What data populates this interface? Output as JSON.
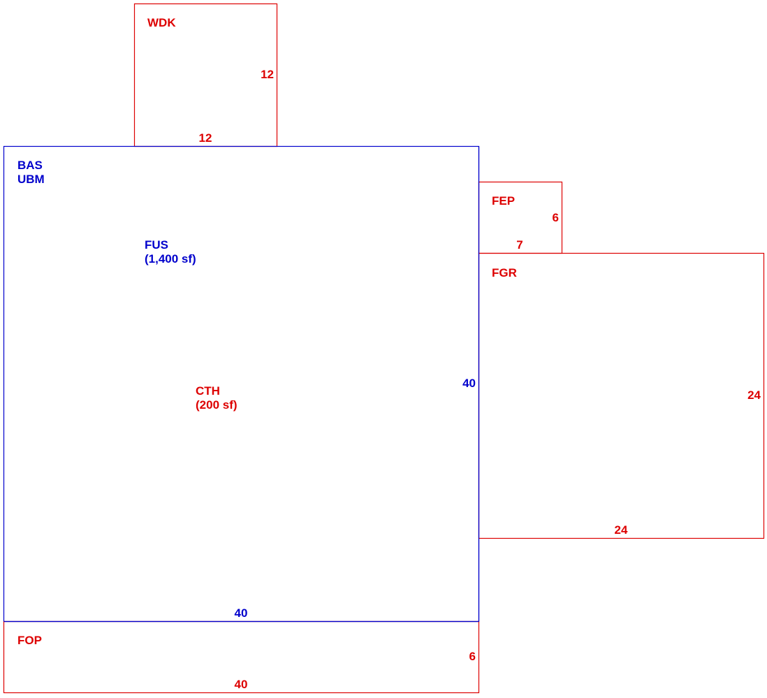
{
  "colors": {
    "main_area": "#0000cc",
    "sub_area": "#dd0000",
    "background": "#ffffff"
  },
  "areas": {
    "wdk": {
      "code": "WDK",
      "side_right": "12",
      "side_bottom": "12"
    },
    "bas": {
      "code": "BAS",
      "code2": "UBM",
      "fus_code": "FUS",
      "fus_area": "(1,400 sf)",
      "side_right": "40",
      "side_bottom": "40"
    },
    "cth": {
      "code": "CTH",
      "area": "(200 sf)"
    },
    "fep": {
      "code": "FEP",
      "side_right": "6",
      "side_bottom": "7"
    },
    "fgr": {
      "code": "FGR",
      "side_right": "24",
      "side_bottom": "24"
    },
    "fop": {
      "code": "FOP",
      "side_right": "6",
      "side_bottom": "40"
    }
  }
}
